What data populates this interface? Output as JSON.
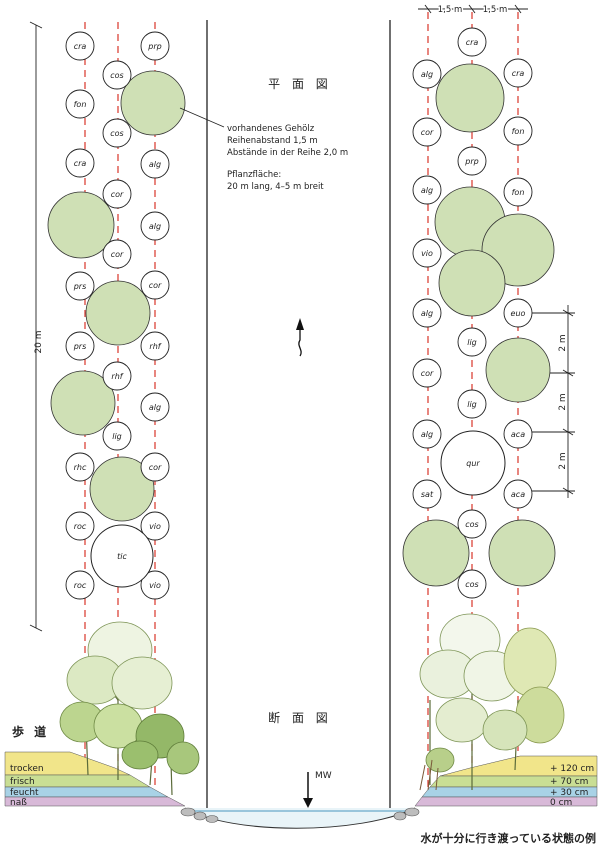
{
  "titles": {
    "plan": "平 面 図",
    "section": "断 面 図",
    "caption": "水が十分に行き渡っている状態の例",
    "sidewalk": "歩 道"
  },
  "annotation": {
    "line1": "vorhandenes Gehölz",
    "line2": "Reihenabstand 1,5 m",
    "line3": "Abstände in der Reihe 2,0 m",
    "line4": "Pflanzfläche:",
    "line5": "20 m lang, 4–5 m breit"
  },
  "dimensions": {
    "length": "20 m",
    "row_spacing_1": "1,5 m",
    "row_spacing_2": "1,5 m",
    "spacing_a": "2 m",
    "spacing_b": "2 m",
    "spacing_c": "2 m"
  },
  "water_label": "MW",
  "left_bands": [
    "trocken",
    "frisch",
    "feucht",
    "naß"
  ],
  "right_bands": [
    "+ 120 cm",
    "+ 70 cm",
    "+ 30 cm",
    "0 cm"
  ],
  "colors": {
    "existing_tree": "#cfe0b5",
    "row_line": "#d9352a",
    "band_dry": "#f1e58a",
    "band_fresh": "#c9de94",
    "band_moist": "#a8d2e6",
    "band_wet": "#d8b9d8",
    "foliage": "#bcd58f",
    "foliage_dark": "#94b868"
  },
  "left_plants": {
    "col1": [
      "cra",
      "fon",
      "cra",
      "prs",
      "prs",
      "rhc",
      "roc",
      "roc"
    ],
    "col2": [
      "cos",
      "cos",
      "cor",
      "cor",
      "rhf",
      "lig"
    ],
    "col3": [
      "prp",
      "alg",
      "alg",
      "cor",
      "rhf",
      "alg",
      "cor",
      "vio",
      "vio"
    ],
    "large": [
      "tic"
    ]
  },
  "right_plants": {
    "col1": [
      "alg",
      "cor",
      "alg",
      "vio",
      "alg",
      "cor",
      "alg",
      "sat"
    ],
    "col2": [
      "cra",
      "prp",
      "lig",
      "lig",
      "cos",
      "cos"
    ],
    "col3": [
      "cra",
      "fon",
      "fon",
      "euo",
      "aca",
      "aca"
    ],
    "large": [
      "qur"
    ]
  }
}
